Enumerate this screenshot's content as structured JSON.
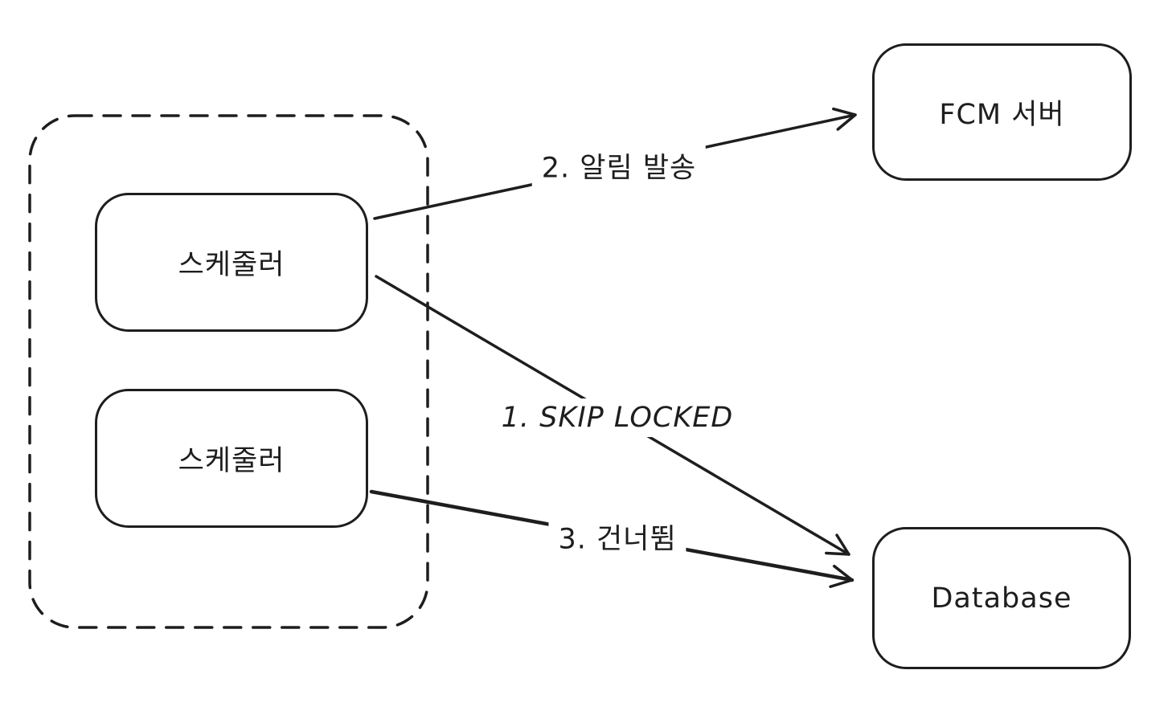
{
  "diagram": {
    "background_color": "#ffffff",
    "stroke_color": "#1e1e1e",
    "nodes": [
      {
        "id": "scheduler-1",
        "label": "스케줄러",
        "shape": "rounded-rectangle"
      },
      {
        "id": "scheduler-2",
        "label": "스케줄러",
        "shape": "rounded-rectangle"
      },
      {
        "id": "fcm-server",
        "label": "FCM 서버",
        "shape": "rounded-rectangle"
      },
      {
        "id": "database",
        "label": "Database",
        "shape": "rounded-rectangle"
      }
    ],
    "group": {
      "id": "scheduler-cluster",
      "style": "dashed-rounded-rectangle",
      "contains": [
        "scheduler-1",
        "scheduler-2"
      ]
    },
    "edges": [
      {
        "id": "notify",
        "label": "2. 알림 발송",
        "from": "scheduler-1",
        "to": "fcm-server",
        "arrowhead": "open"
      },
      {
        "id": "skip-locked",
        "label": "1. SKIP LOCKED",
        "from": "scheduler-1",
        "to": "database",
        "arrowhead": "open"
      },
      {
        "id": "skipped",
        "label": "3. 건너뜀",
        "from": "scheduler-2",
        "to": "database",
        "arrowhead": "open"
      }
    ]
  }
}
